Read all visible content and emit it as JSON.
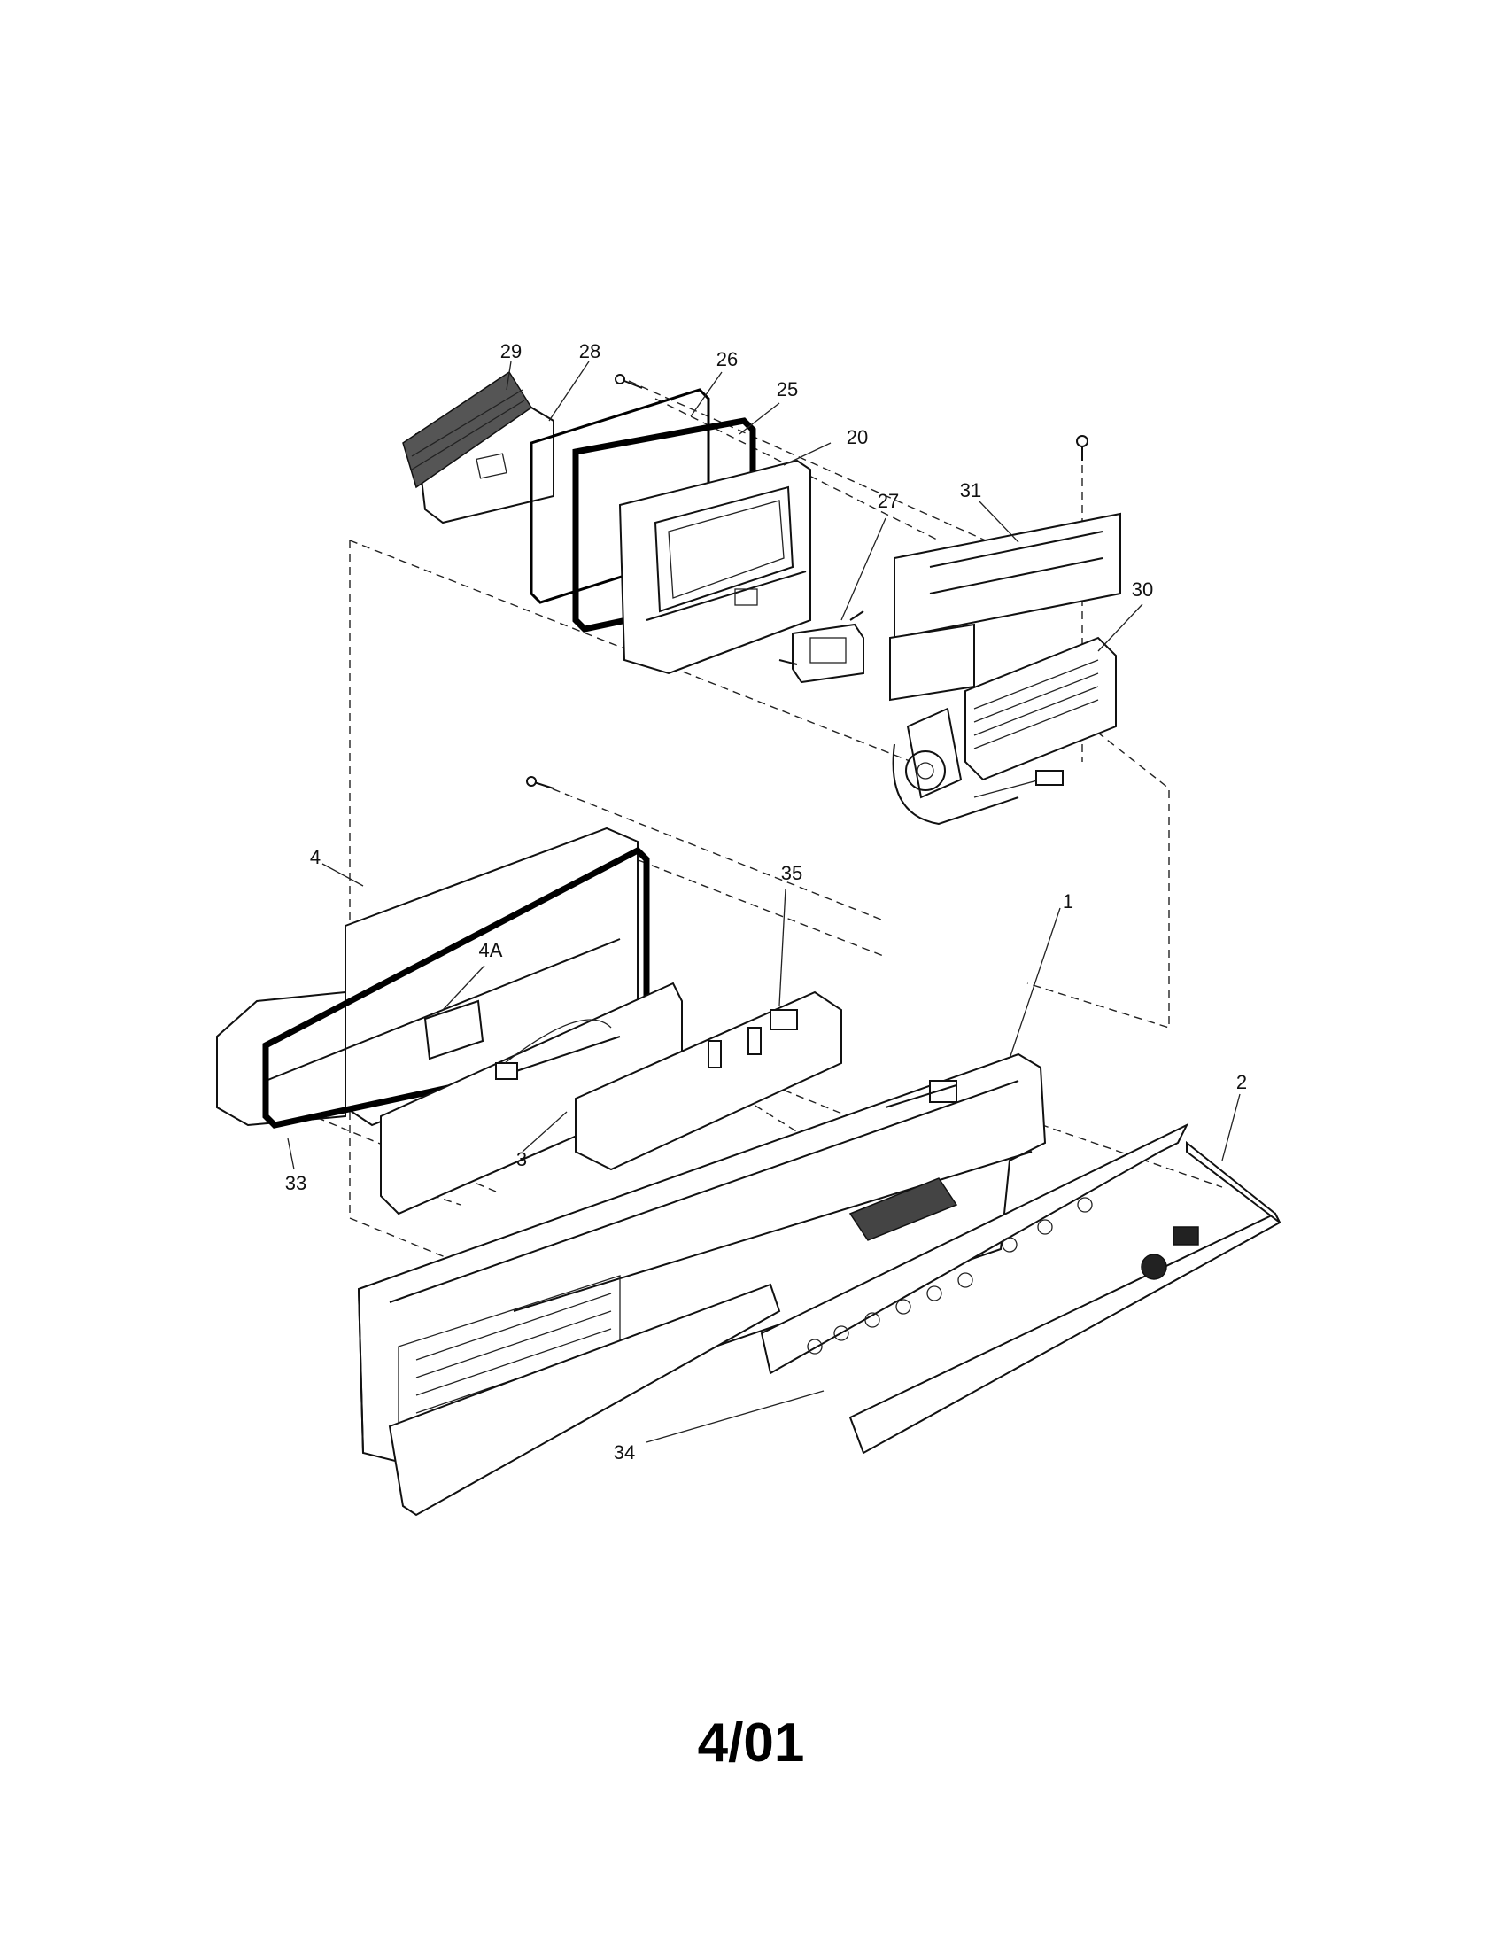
{
  "diagram": {
    "parts": [
      {
        "id": "29",
        "label": "29"
      },
      {
        "id": "28",
        "label": "28"
      },
      {
        "id": "26",
        "label": "26"
      },
      {
        "id": "25",
        "label": "25"
      },
      {
        "id": "20",
        "label": "20"
      },
      {
        "id": "27",
        "label": "27"
      },
      {
        "id": "31",
        "label": "31"
      },
      {
        "id": "30",
        "label": "30"
      },
      {
        "id": "4",
        "label": "4"
      },
      {
        "id": "35",
        "label": "35"
      },
      {
        "id": "1",
        "label": "1"
      },
      {
        "id": "4A",
        "label": "4A"
      },
      {
        "id": "2",
        "label": "2"
      },
      {
        "id": "3",
        "label": "3"
      },
      {
        "id": "33",
        "label": "33"
      },
      {
        "id": "34",
        "label": "34"
      }
    ],
    "footer": "4/01"
  }
}
